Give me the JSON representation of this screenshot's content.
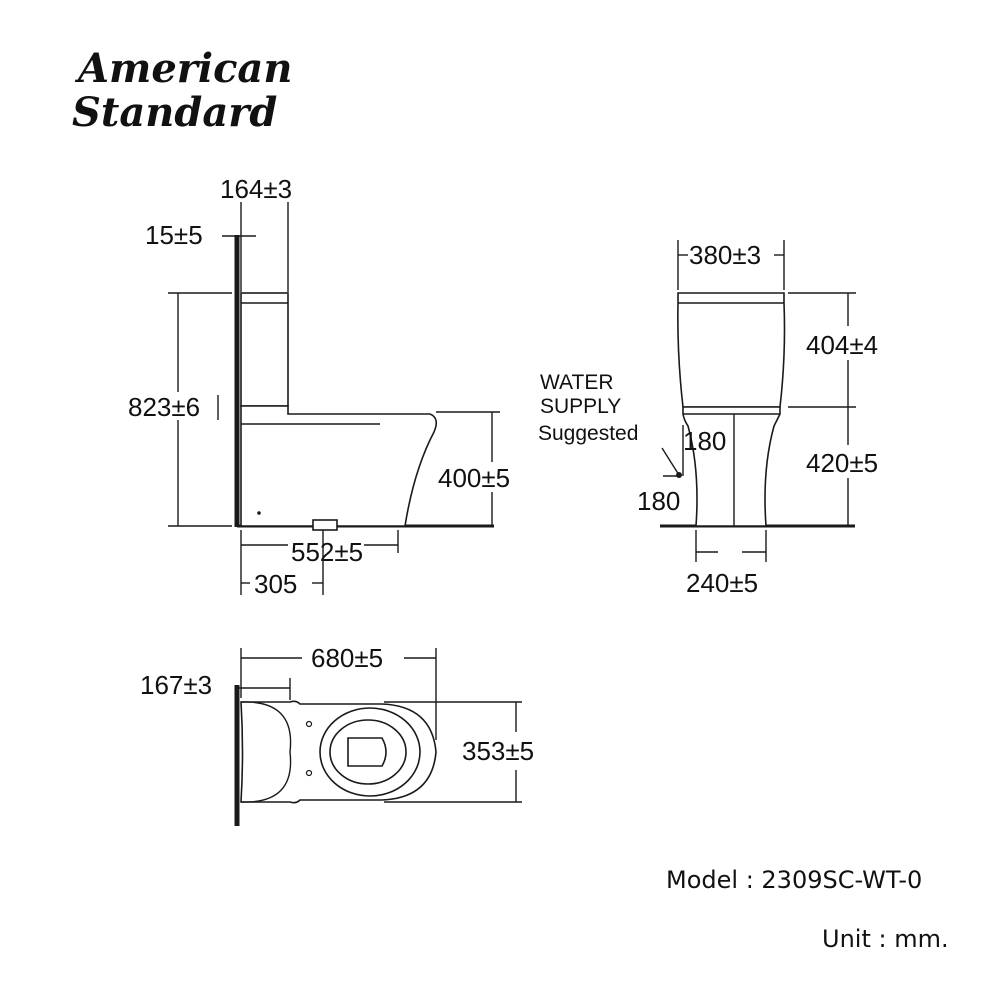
{
  "brand": {
    "line1": "American",
    "line2": "Standard"
  },
  "side_view": {
    "dim_tank_depth": "164±3",
    "dim_wall_gap": "15±5",
    "dim_total_height": "823±6",
    "dim_seat_height": "400±5",
    "dim_length": "552±5",
    "dim_rough_in": "305"
  },
  "front_view": {
    "dim_width": "380±3",
    "dim_tank_height": "404±4",
    "dim_bowl_height": "420±5",
    "dim_base_width": "240±5",
    "water_supply_label_1": "WATER",
    "water_supply_label_2": "SUPPLY",
    "water_supply_label_3": "Suggested",
    "dim_supply_x": "180",
    "dim_supply_y": "180"
  },
  "top_view": {
    "dim_overall_length": "680±5",
    "dim_tank_depth": "167±3",
    "dim_width": "353±5"
  },
  "footer": {
    "model": "Model : 2309SC-WT-0",
    "unit": "Unit : mm."
  }
}
